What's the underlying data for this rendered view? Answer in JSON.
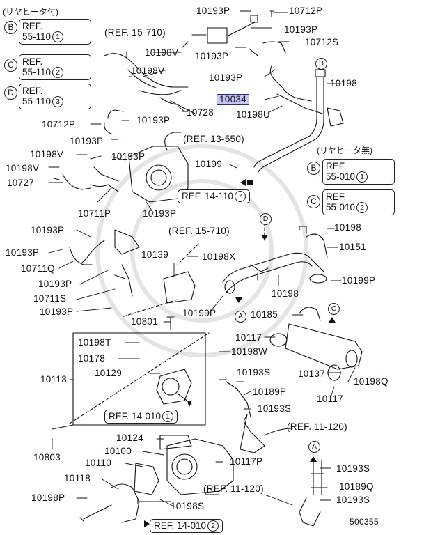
{
  "notes": {
    "with_rear_heater": "(リヤヒータ付)",
    "without_rear_heater": "(リヤヒータ無)"
  },
  "left_refs": [
    {
      "letter": "B",
      "line1": "REF.",
      "line2": "55-110",
      "num": "1"
    },
    {
      "letter": "C",
      "line1": "REF.",
      "line2": "55-110",
      "num": "2"
    },
    {
      "letter": "D",
      "line1": "REF.",
      "line2": "55-110",
      "num": "3"
    }
  ],
  "right_refs": [
    {
      "letter": "B",
      "line1": "REF.",
      "line2": "55-010",
      "num": "1"
    },
    {
      "letter": "C",
      "line1": "REF.",
      "line2": "55-010",
      "num": "2"
    }
  ],
  "ref_boxes": [
    {
      "text": "REF. 14-110",
      "num": "7"
    },
    {
      "text": "REF. 14-010",
      "num": "1"
    },
    {
      "text": "REF. 14-010",
      "num": "2"
    }
  ],
  "ref_notes": [
    "(REF. 15-710)",
    "(REF. 13-550)",
    "(REF. 15-710)",
    "(REF. 11-120)",
    "(REF. 11-120)"
  ],
  "highlighted_part": "10034",
  "part_labels": [
    "10193P",
    "10712P",
    "10193P",
    "10712S",
    "10198V",
    "10193P",
    "10198V",
    "10193P",
    "10198",
    "10198U",
    "10728",
    "10712P",
    "10193P",
    "10193P",
    "10198V",
    "10193P",
    "10198V",
    "10727",
    "10199",
    "10711P",
    "10193P",
    "10198",
    "10193P",
    "10151",
    "10193P",
    "10711Q",
    "10139",
    "10198X",
    "10193P",
    "10198",
    "10199P",
    "10711S",
    "10193P",
    "10199P",
    "10185",
    "10801",
    "10117",
    "10198T",
    "10198W",
    "10178",
    "10113",
    "10129",
    "10193S",
    "10137",
    "10198Q",
    "10189P",
    "10117",
    "10193S",
    "10803",
    "10124",
    "10100",
    "10117P",
    "10110",
    "10193S",
    "10118",
    "10189Q",
    "10198P",
    "10198S",
    "10193S"
  ],
  "arrow_tags": [
    "B",
    "D",
    "A",
    "C",
    "A"
  ],
  "diagram_id": "500355"
}
